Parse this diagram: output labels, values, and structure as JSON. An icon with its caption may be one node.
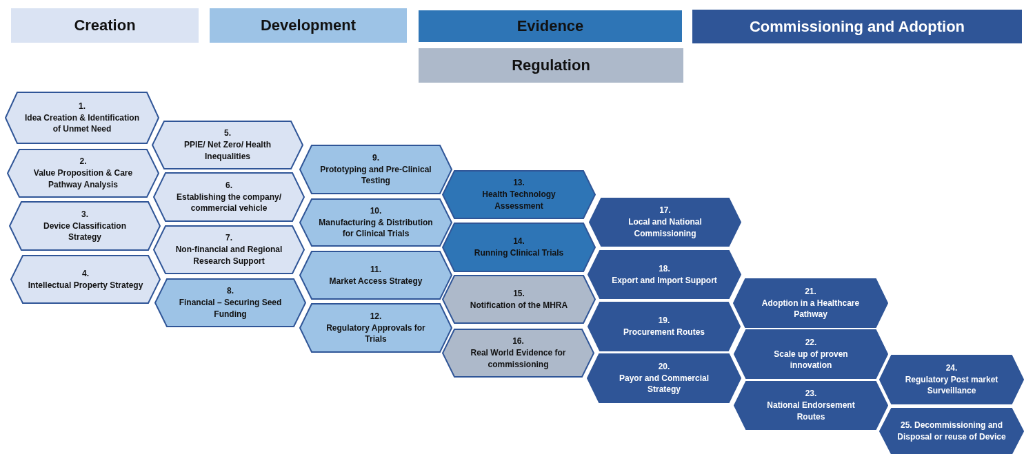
{
  "diagram": {
    "nodes": [
      {
        "text": [
          "Creation"
        ]
      },
      {
        "text": [
          "Development"
        ]
      },
      {
        "text": [
          "Evidence"
        ]
      },
      {
        "text": [
          "Regulation"
        ]
      },
      {
        "text": [
          "Commissioning and Adoption"
        ]
      },
      {
        "text": [
          "1.",
          "Idea Creation & Identification of Unmet Need"
        ]
      },
      {
        "text": [
          "2.",
          "Value Proposition & Care Pathway Analysis"
        ]
      },
      {
        "text": [
          "3.",
          "Device Classification Strategy"
        ]
      },
      {
        "text": [
          "4.",
          "Intellectual Property Strategy"
        ]
      },
      {
        "text": [
          "5.",
          "PPIE/ Net Zero/ Health Inequalities"
        ]
      },
      {
        "text": [
          "6.",
          "Establishing the company/ commercial vehicle"
        ]
      },
      {
        "text": [
          "7.",
          "Non-financial and Regional Research Support"
        ]
      },
      {
        "text": [
          "8.",
          "Financial – Securing Seed Funding"
        ]
      },
      {
        "text": [
          "9.",
          "Prototyping and Pre-Clinical Testing"
        ]
      },
      {
        "text": [
          "10.",
          "Manufacturing & Distribution for Clinical Trials"
        ]
      },
      {
        "text": [
          "11.",
          "Market Access Strategy"
        ]
      },
      {
        "text": [
          "12.",
          "Regulatory Approvals for Trials"
        ]
      },
      {
        "text": [
          "13.",
          "Health Technology Assessment"
        ]
      },
      {
        "text": [
          "14.",
          "Running Clinical Trials"
        ]
      },
      {
        "text": [
          "15.",
          "Notification of the MHRA"
        ]
      },
      {
        "text": [
          "16.",
          "Real World Evidence for commissioning"
        ]
      },
      {
        "text": [
          "17.",
          "Local and National Commissioning"
        ]
      },
      {
        "text": [
          "18.",
          "Export and Import Support"
        ]
      },
      {
        "text": [
          "19.",
          "Procurement Routes"
        ]
      },
      {
        "text": [
          "20.",
          "Payor and Commercial Strategy"
        ]
      },
      {
        "text": [
          "21.",
          "Adoption in a Healthcare Pathway"
        ]
      },
      {
        "text": [
          "22.",
          "Scale up of proven innovation"
        ]
      },
      {
        "text": [
          "23.",
          "National Endorsement Routes"
        ]
      },
      {
        "text": [
          "24.",
          "Regulatory Post market Surveillance"
        ]
      },
      {
        "text": [
          "25. Decommissioning and Disposal or reuse of Device"
        ]
      }
    ]
  }
}
